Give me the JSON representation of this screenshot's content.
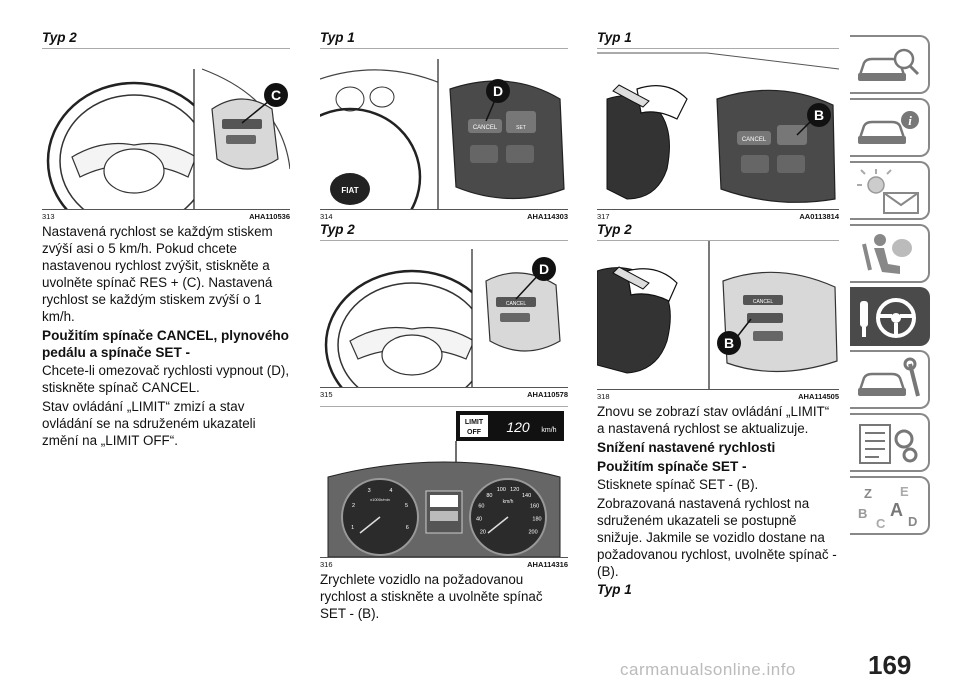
{
  "col1": {
    "heading1": "Typ 2",
    "fig313": {
      "num": "313",
      "code": "AHA110536",
      "callout": "C"
    },
    "para1": "Nastavená rychlost se každým stiskem zvýší asi o 5 km/h. Pokud chcete nastavenou rychlost zvýšit, stiskněte a uvolněte spínač RES + (C). Nastavená rychlost se každým stiskem zvýší o 1 km/h.",
    "bold1": "Použitím spínače CANCEL, plynového pedálu a spínače SET -",
    "para2": "Chcete-li omezovač rychlosti vypnout (D), stiskněte spínač CANCEL.",
    "para3": "Stav ovládání „LIMIT“ zmizí a stav ovládání se na sdruženém ukazateli změní na „LIMIT OFF“."
  },
  "col2": {
    "heading1": "Typ 1",
    "fig314": {
      "num": "314",
      "code": "AHA114303",
      "callout": "D",
      "cancel": "CANCEL",
      "set": "SET"
    },
    "heading2": "Typ 2",
    "fig315": {
      "num": "315",
      "code": "AHA110578",
      "callout": "D",
      "cancel": "CANCEL"
    },
    "fig316": {
      "num": "316",
      "code": "AHA114316",
      "limit_line1": "LIMIT",
      "limit_line2": "OFF",
      "speed": "120",
      "unit": "km/h",
      "speedo_ticks": [
        "20",
        "40",
        "60",
        "80",
        "100",
        "120",
        "140",
        "160",
        "180",
        "200"
      ],
      "speedo_unit": "km/h",
      "tacho_ticks": [
        "1",
        "2",
        "3",
        "4",
        "5",
        "6"
      ],
      "tacho_label": "x1000r/min"
    },
    "para1": "Zrychlete vozidlo na požadovanou rychlost a stiskněte a uvolněte spínač SET - (B)."
  },
  "col3": {
    "heading1": "Typ 1",
    "fig317": {
      "num": "317",
      "code": "AA0113814",
      "callout": "B",
      "cancel": "CANCEL"
    },
    "heading2": "Typ 2",
    "fig318": {
      "num": "318",
      "code": "AHA114505",
      "callout": "B",
      "cancel": "CANCEL"
    },
    "para1": "Znovu se zobrazí stav ovládání „LIMIT“ a nastavená rychlost se aktualizuje.",
    "bold1": "Snížení nastavené rychlosti",
    "bold2": "Použitím spínače SET -",
    "para2": "Stisknete spínač SET - (B).",
    "para3": "Zobrazovaná nastavená rychlost na sdruženém ukazateli se postupně snižuje. Jakmile se vozidlo dostane na požadovanou rychlost, uvolněte spínač - (B).",
    "heading3": "Typ 1"
  },
  "sidebar": {
    "tabs": [
      {
        "icon": "car-search-icon"
      },
      {
        "icon": "car-info-icon"
      },
      {
        "icon": "warning-lights-icon"
      },
      {
        "icon": "airbag-seat-icon"
      },
      {
        "icon": "steering-wheel-key-icon",
        "active": true
      },
      {
        "icon": "car-tools-icon"
      },
      {
        "icon": "maintenance-list-icon"
      },
      {
        "icon": "index-letters-icon",
        "letters": [
          "Z",
          "E",
          "B",
          "A",
          "C",
          "D"
        ]
      }
    ]
  },
  "page": {
    "number": "169",
    "watermark": "carmanualsonline.info"
  },
  "colors": {
    "text": "#111111",
    "active_tab": "#4a4a4a",
    "tab_border": "#888888"
  }
}
